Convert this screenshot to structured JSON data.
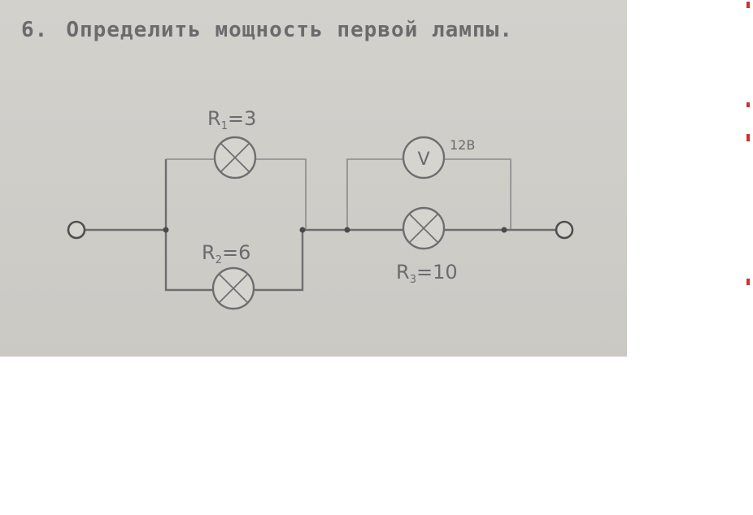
{
  "problem": {
    "number": "6.",
    "text": "Определить мощность первой лампы."
  },
  "labels": {
    "r1_sym": "R",
    "r1_sub": "1",
    "r1_val": "=3",
    "r2_sym": "R",
    "r2_sub": "2",
    "r2_val": "=6",
    "r3_sym": "R",
    "r3_sub": "3",
    "r3_val": "=10",
    "voltmeter": "V",
    "voltmeter_reading": "12В"
  },
  "colors": {
    "paper": "#d1cfca",
    "ink": "#6b6b6e",
    "edge_marks": "#d03030"
  }
}
